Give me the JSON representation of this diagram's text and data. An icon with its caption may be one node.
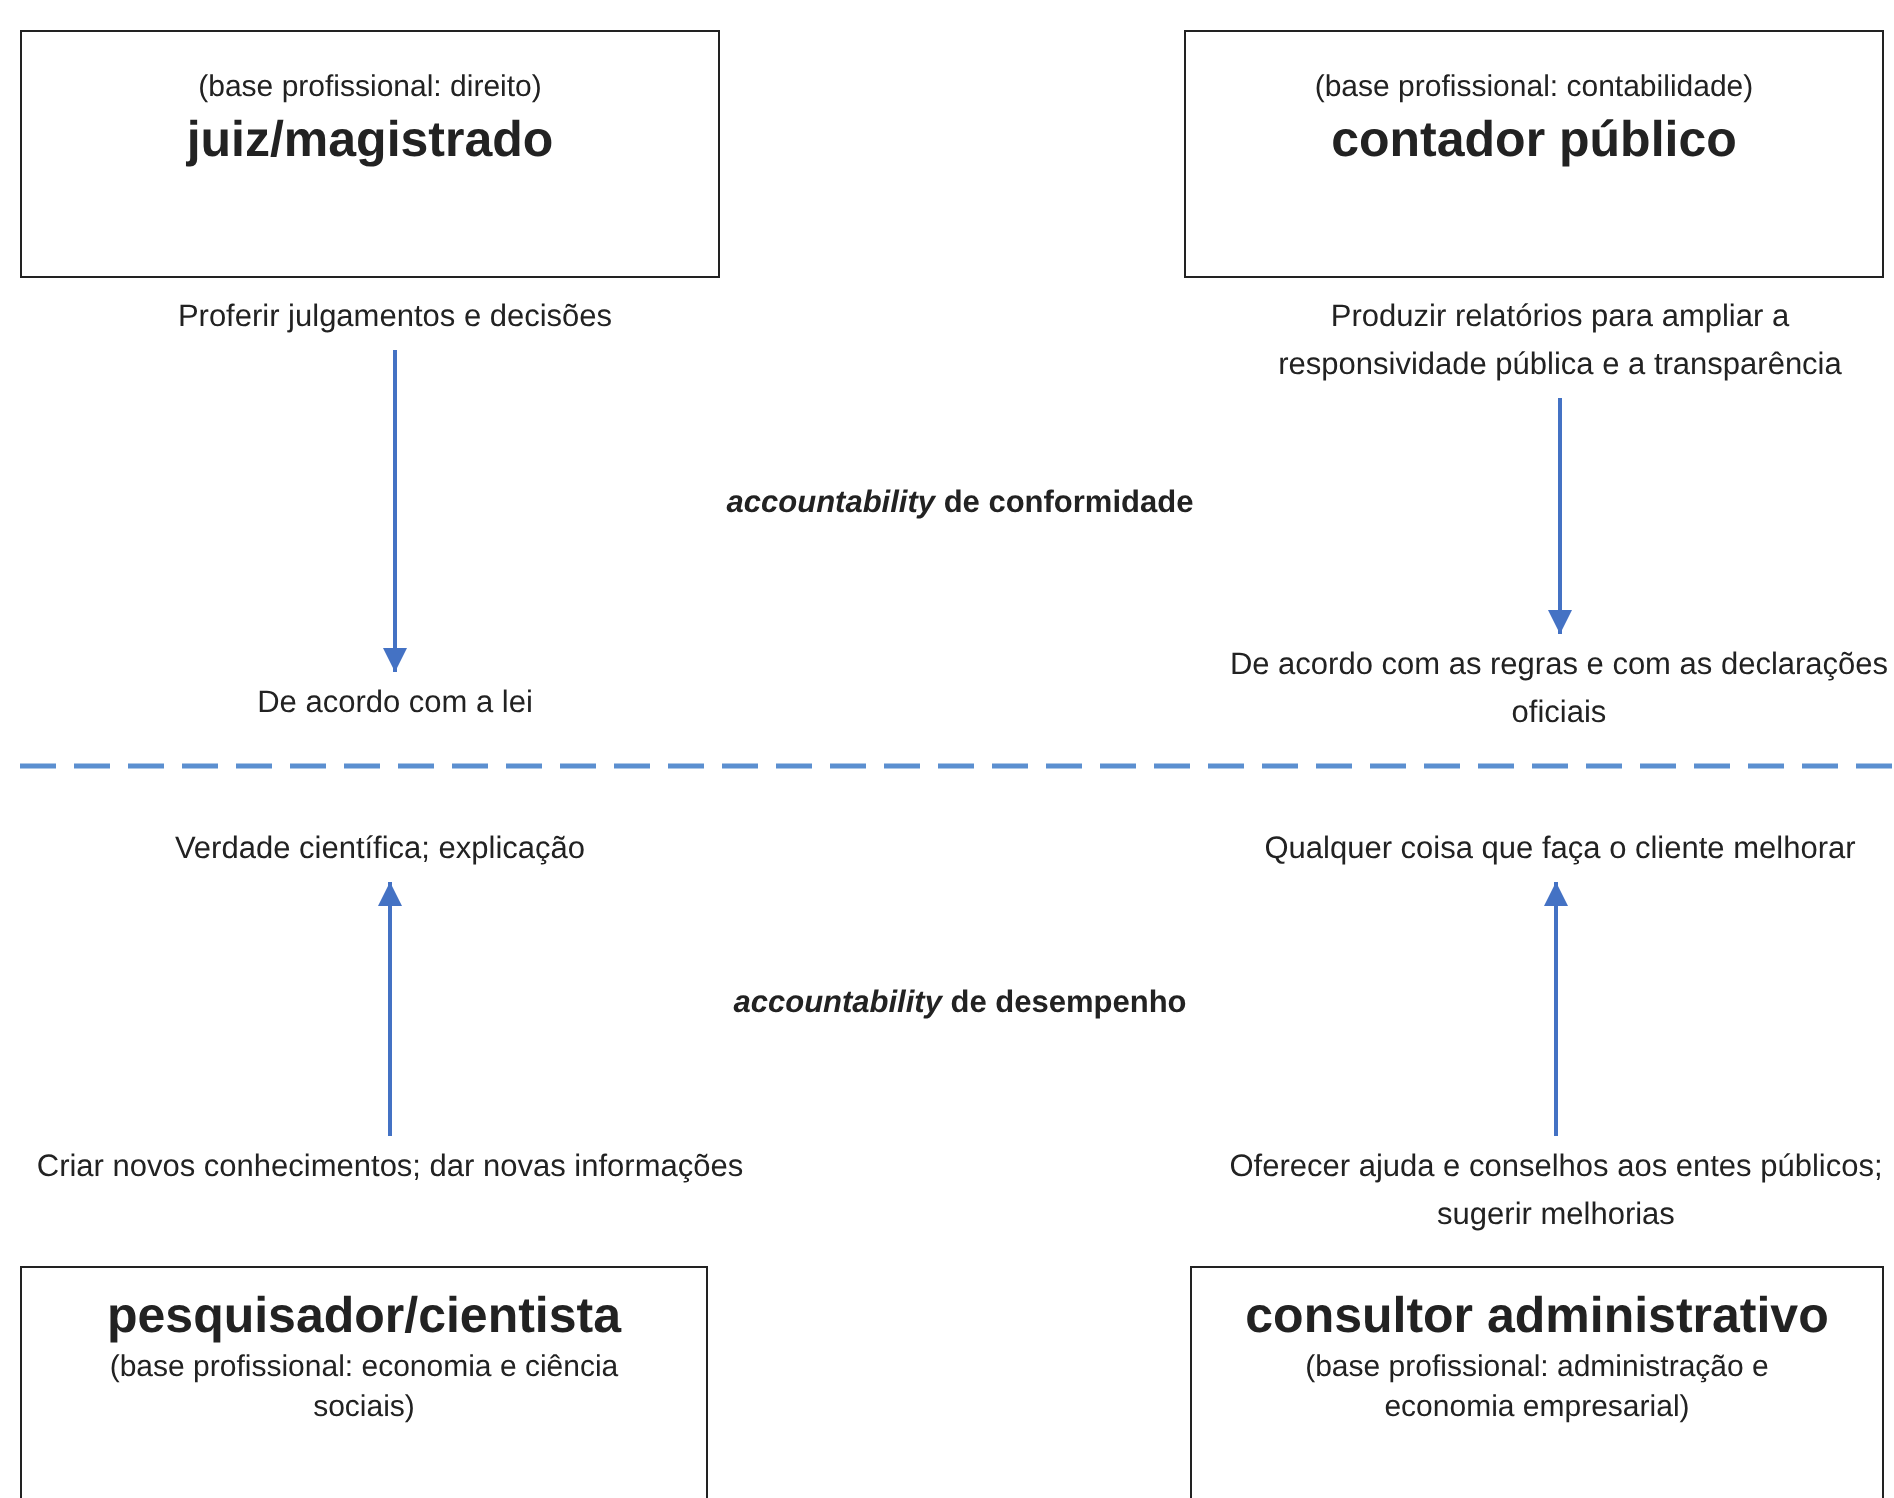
{
  "diagram": {
    "nodes": [
      {
        "text": [
          "(base profissional: direito)",
          "juiz/magistrado"
        ]
      },
      {
        "text": [
          "(base profissional: contabilidade)",
          "contador público"
        ]
      },
      {
        "text": [
          "Proferir julgamentos e decisões"
        ]
      },
      {
        "text": [
          "De acordo com a lei"
        ]
      },
      {
        "text": [
          "Produzir relatórios para ampliar a responsividade pública e a transparência"
        ]
      },
      {
        "text": [
          "De acordo com as regras e com as declarações oficiais"
        ]
      },
      {
        "text": [
          "Verdade científica; explicação"
        ]
      },
      {
        "text": [
          "Qualquer coisa que faça o cliente melhorar"
        ]
      },
      {
        "text": [
          "Criar novos conhecimentos; dar novas informações"
        ]
      },
      {
        "text": [
          "Oferecer ajuda e conselhos aos entes públicos; sugerir melhorias"
        ]
      },
      {
        "text": [
          "pesquisador/cientista",
          "(base profissional: economia e ciência sociais)"
        ]
      },
      {
        "text": [
          "consultor administrativo",
          "(base profissional: administração e economia empresarial)"
        ]
      }
    ],
    "edges": [
      {
        "from": 2,
        "to": 3,
        "arrow": "to"
      },
      {
        "from": 4,
        "to": 5,
        "arrow": "to"
      },
      {
        "from": 8,
        "to": 6,
        "arrow": "to"
      },
      {
        "from": 9,
        "to": 7,
        "arrow": "to"
      }
    ],
    "labels": [
      "*accountability* de conformidade",
      "*accountability* de desempenho"
    ]
  }
}
